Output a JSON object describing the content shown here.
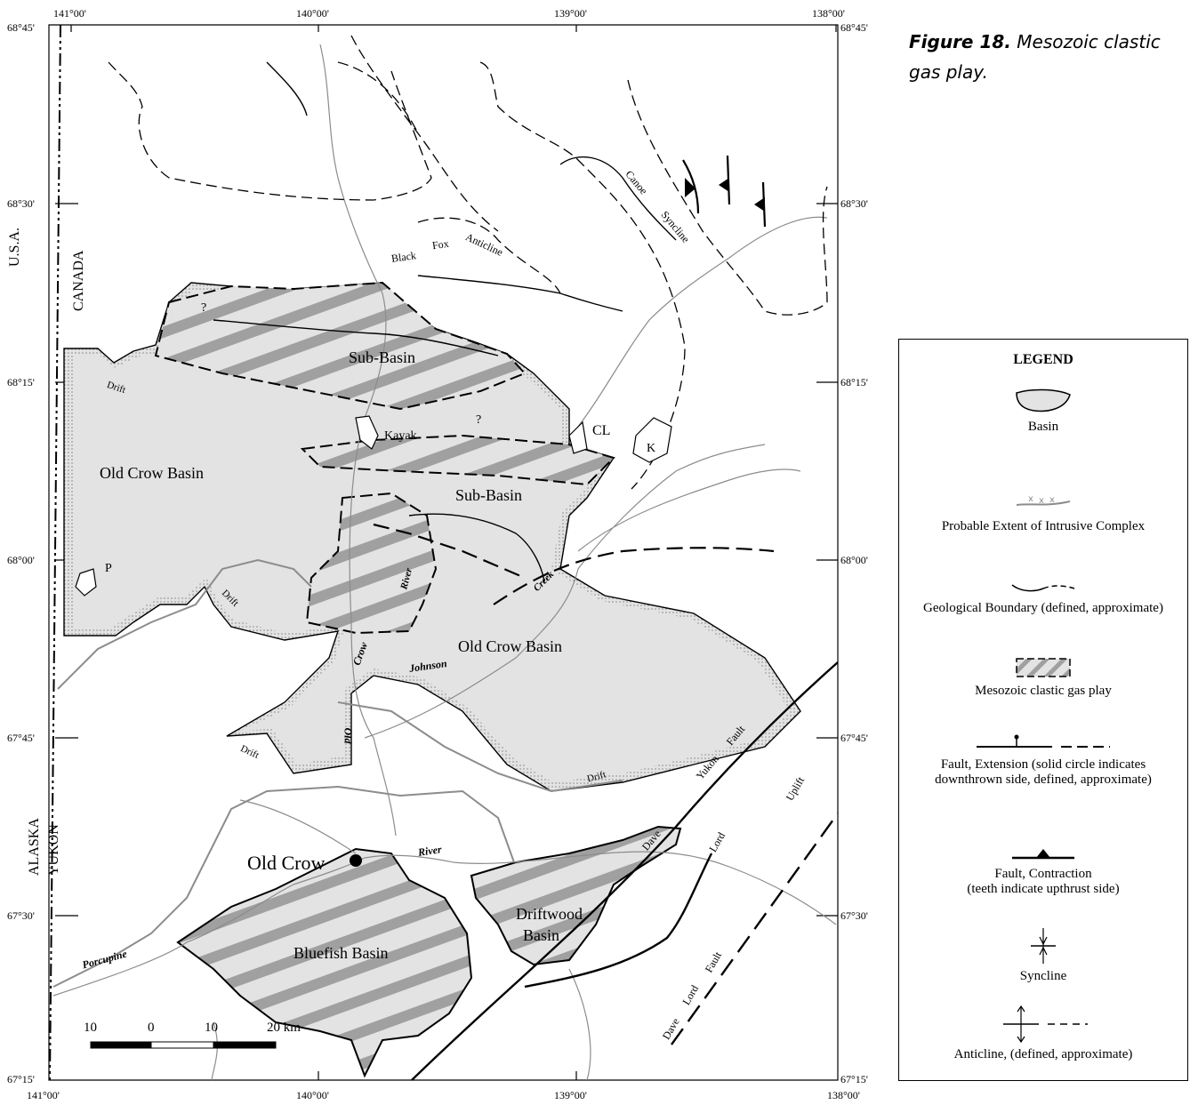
{
  "caption": {
    "figure_label": "Figure 18.",
    "text": "Mesozoic clastic gas play."
  },
  "graticule": {
    "top": [
      "141°00'",
      "140°00'",
      "139°00'",
      "138°00'"
    ],
    "bottom": [
      "141°00'",
      "140°00'",
      "139°00'",
      "138°00'"
    ],
    "left": [
      "68°45'",
      "68°30'",
      "68°15'",
      "68°00'",
      "67°45'",
      "67°30'",
      "67°15'"
    ],
    "right": [
      "68°45'",
      "68°30'",
      "68°15'",
      "68°00'",
      "67°45'",
      "67°30'",
      "67°15'"
    ]
  },
  "border_labels": {
    "usa": "U.S.A.",
    "canada": "CANADA",
    "alaska": "ALASKA",
    "yukon": "YUKON"
  },
  "map_labels": {
    "sub_basin_north": "Sub-Basin",
    "sub_basin_mid": "Sub-Basin",
    "old_crow_basin_west": "Old Crow Basin",
    "old_crow_basin_east": "Old Crow Basin",
    "kayak": "Kayak",
    "p": "P",
    "cl": "CL",
    "k": "K",
    "question1": "?",
    "question2": "?",
    "old_crow_town": "Old Crow",
    "bluefish_basin": "Bluefish Basin",
    "driftwood_basin_1": "Driftwood",
    "driftwood_basin_2": "Basin",
    "black": "Black",
    "fox": "Fox",
    "anticline": "Anticline",
    "canoe": "Canoe",
    "syncline": "Syncline",
    "drift_1": "Drift",
    "drift_2": "Drift",
    "drift_3": "Drift",
    "drift_4": "Drift",
    "crow": "Crow",
    "river_1": "River",
    "river_2": "River",
    "creek": "Creek",
    "johnson": "Johnson",
    "old": "Old",
    "porcupine": "Porcupine",
    "yukon": "Yukon",
    "fault_1": "Fault",
    "fault_2": "Fault",
    "uplift": "Uplift",
    "dave_1": "Dave",
    "lord_1": "Lord",
    "dave_2": "Dave",
    "lord_2": "Lord"
  },
  "scale_bar": {
    "labels": [
      "10",
      "0",
      "10",
      "20 km"
    ]
  },
  "legend": {
    "title": "LEGEND",
    "items": [
      {
        "label": "Basin"
      },
      {
        "label": "Probable Extent of Intrusive Complex"
      },
      {
        "label": "Geological Boundary (defined, approximate)"
      },
      {
        "label": "Mesozoic clastic gas play"
      },
      {
        "label": "Fault, Extension (solid circle indicates",
        "label2": "downthrown side, defined, approximate)"
      },
      {
        "label": "Fault, Contraction",
        "label2": "(teeth indicate upthrust side)"
      },
      {
        "label": "Syncline"
      },
      {
        "label": "Anticline, (defined, approximate)"
      }
    ]
  },
  "colors": {
    "basin_fill": "#e3e3e3",
    "gas_stripe": "#a0a0a0",
    "river": "#8c8c8c",
    "ink": "#000000"
  }
}
